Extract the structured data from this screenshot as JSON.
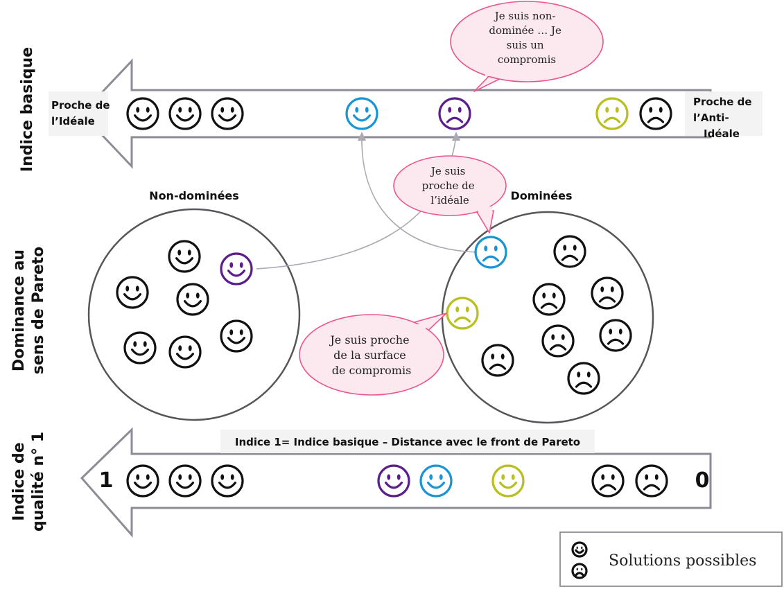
{
  "colors": {
    "black": "#111111",
    "blue": "#1a95d3",
    "purple": "#5b1e8c",
    "olive": "#b8bf1e",
    "pink": "#e9568e",
    "gray": "#8c8c96",
    "bubble_fill": "#fce8ef"
  },
  "vertical_labels": {
    "basic_index": "Indice basique",
    "pareto_line1": "Dominance au",
    "pareto_line2": "sens de Pareto",
    "quality_line1": "Indice de",
    "quality_line2": "qualité n° 1"
  },
  "top_arrow": {
    "left_line1": "Proche de",
    "left_line2": "l’Idéale",
    "right_line1": "Proche de",
    "right_line2": "l’Anti-",
    "right_line3": "Idéale",
    "faces": [
      {
        "mood": "happy",
        "color": "black"
      },
      {
        "mood": "happy",
        "color": "black"
      },
      {
        "mood": "happy",
        "color": "black"
      },
      {
        "mood": "happy",
        "color": "blue"
      },
      {
        "mood": "sad",
        "color": "purple"
      },
      {
        "mood": "sad",
        "color": "olive"
      },
      {
        "mood": "sad",
        "color": "black"
      }
    ]
  },
  "sets": {
    "non_dominated_title": "Non-dominées",
    "dominated_title": "Dominées",
    "non_dominated_faces": [
      {
        "mood": "happy",
        "color": "black"
      },
      {
        "mood": "happy",
        "color": "purple"
      },
      {
        "mood": "happy",
        "color": "black"
      },
      {
        "mood": "happy",
        "color": "black"
      },
      {
        "mood": "happy",
        "color": "black"
      },
      {
        "mood": "happy",
        "color": "black"
      },
      {
        "mood": "happy",
        "color": "black"
      }
    ],
    "dominated_faces": [
      {
        "mood": "sad",
        "color": "blue"
      },
      {
        "mood": "sad",
        "color": "black"
      },
      {
        "mood": "sad",
        "color": "black"
      },
      {
        "mood": "sad",
        "color": "black"
      },
      {
        "mood": "sad",
        "color": "olive"
      },
      {
        "mood": "sad",
        "color": "black"
      },
      {
        "mood": "sad",
        "color": "black"
      },
      {
        "mood": "sad",
        "color": "black"
      },
      {
        "mood": "sad",
        "color": "black"
      }
    ]
  },
  "bubbles": {
    "compromise_1": "Je suis non-",
    "compromise_2": "dominée … Je",
    "compromise_3": "suis un",
    "compromise_4": "compromis",
    "ideal_1": "Je suis",
    "ideal_2": "proche de",
    "ideal_3": "l’idéale",
    "surface_1": "Je suis proche",
    "surface_2": "de la surface",
    "surface_3": "de compromis"
  },
  "bottom_arrow": {
    "title": "Indice 1= Indice basique – Distance avec le front de Pareto",
    "left_value": "1",
    "right_value": "0",
    "faces": [
      {
        "mood": "happy",
        "color": "black"
      },
      {
        "mood": "happy",
        "color": "black"
      },
      {
        "mood": "happy",
        "color": "black"
      },
      {
        "mood": "happy",
        "color": "purple"
      },
      {
        "mood": "happy",
        "color": "blue"
      },
      {
        "mood": "happy",
        "color": "olive"
      },
      {
        "mood": "sad",
        "color": "black"
      },
      {
        "mood": "sad",
        "color": "black"
      }
    ]
  },
  "legend": {
    "label": "Solutions possibles"
  }
}
